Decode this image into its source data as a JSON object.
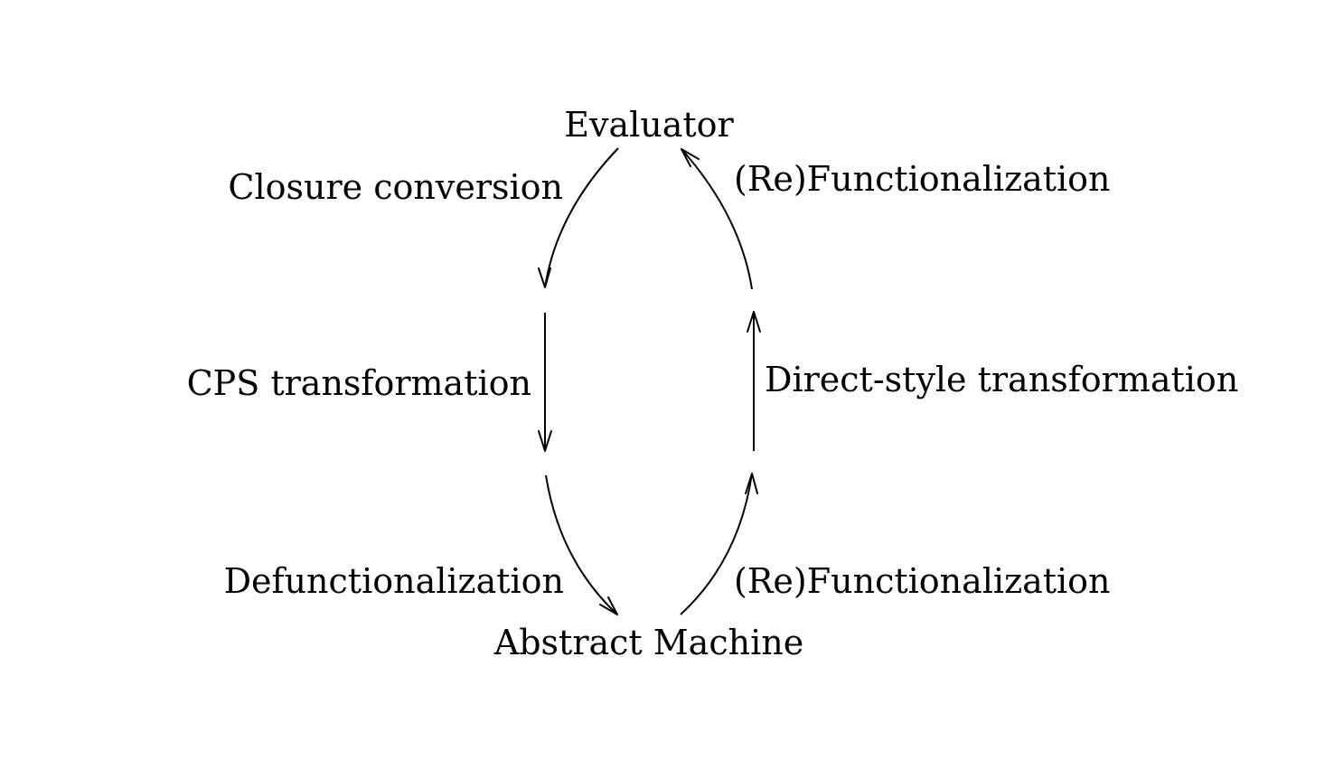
{
  "nodes": {
    "top": "Evaluator",
    "bottom": "Abstract Machine"
  },
  "edges": {
    "closure_conversion": "Closure conversion",
    "cps_transformation": "CPS transformation",
    "defunctionalization": "Defunctionalization",
    "refunctionalization_top": "(Re)Functionalization",
    "direct_style_transformation": "Direct-style transformation",
    "refunctionalization_bottom": "(Re)Functionalization"
  },
  "colors": {
    "ink": "#000000",
    "background": "#ffffff"
  }
}
